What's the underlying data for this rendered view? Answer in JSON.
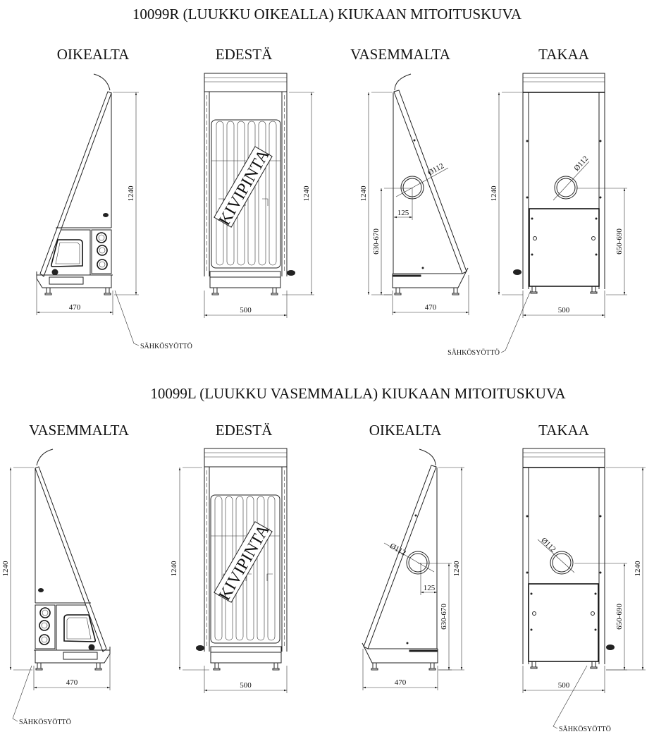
{
  "title_r": "10099R (LUUKKU OIKEALLA) KIUKAAN MITOITUSKUVA",
  "title_l": "10099L (LUUKKU VASEMMALLA) KIUKAAN MITOITUSKUVA",
  "rows": [
    {
      "views": [
        "OIKEALTA",
        "EDESTÄ",
        "VASEMMALTA",
        "TAKAA"
      ]
    },
    {
      "views": [
        "VASEMMALTA",
        "EDESTÄ",
        "OIKEALTA",
        "TAKAA"
      ]
    }
  ],
  "dims": {
    "height": "1240",
    "depth": "470",
    "width": "500",
    "flue_diameter": "Ø112",
    "flue_offset": "125",
    "flue_height_side": "630-670",
    "flue_height_back": "650-690"
  },
  "stone_label": "KIVIPINTA",
  "power_label": "SÄHKÖSYÖTTÖ"
}
